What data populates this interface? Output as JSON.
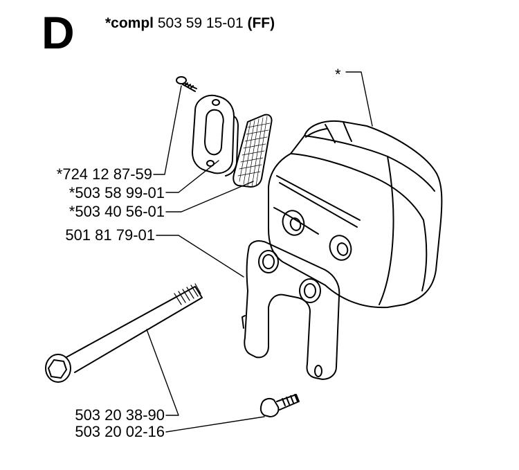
{
  "section": {
    "letter": "D"
  },
  "header": {
    "prefix": "*compl",
    "number": "503 59 15-01",
    "suffix": "(FF)"
  },
  "callouts": {
    "assembly_marker": "*",
    "screw": "*724 12 87-59",
    "gasket": "*503 58 99-01",
    "screen": "*503 40 56-01",
    "bracket": "501 81 79-01",
    "long_bolt": "503 20 38-90",
    "flange_bolt": "503 20 02-16"
  }
}
